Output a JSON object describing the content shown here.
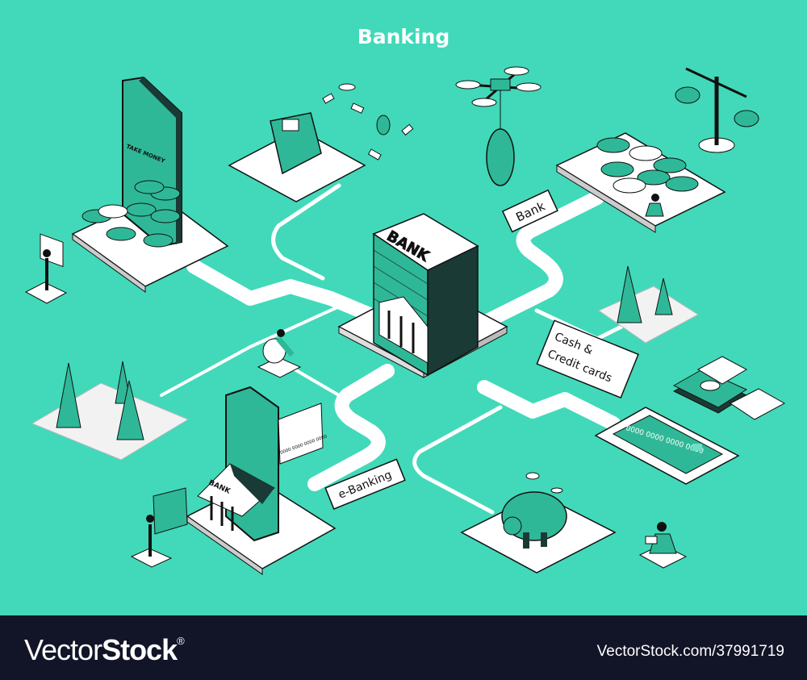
{
  "title": "Banking",
  "labels": {
    "bank_sign": "Bank",
    "building_sign": "BANK",
    "cash_cards_line1": "Cash &",
    "cash_cards_line2": "Credit cards",
    "ebanking": "e-Banking",
    "phone_banner": "TAKE MONEY",
    "card_number_large": "0000 0000 0000 0000",
    "card_number_small": "0000 0000 0000 0000",
    "small_bank_sign": "BANK"
  },
  "footer": {
    "brand_light": "Vector",
    "brand_bold": "Stock",
    "brand_mark": "®",
    "reference": "VectorStock.com/37991719"
  },
  "colors": {
    "background": "#41d9b9",
    "accent_dark": "#1f9e84",
    "platform": "#ffffff",
    "outline": "#111827",
    "footer": "#121427"
  }
}
